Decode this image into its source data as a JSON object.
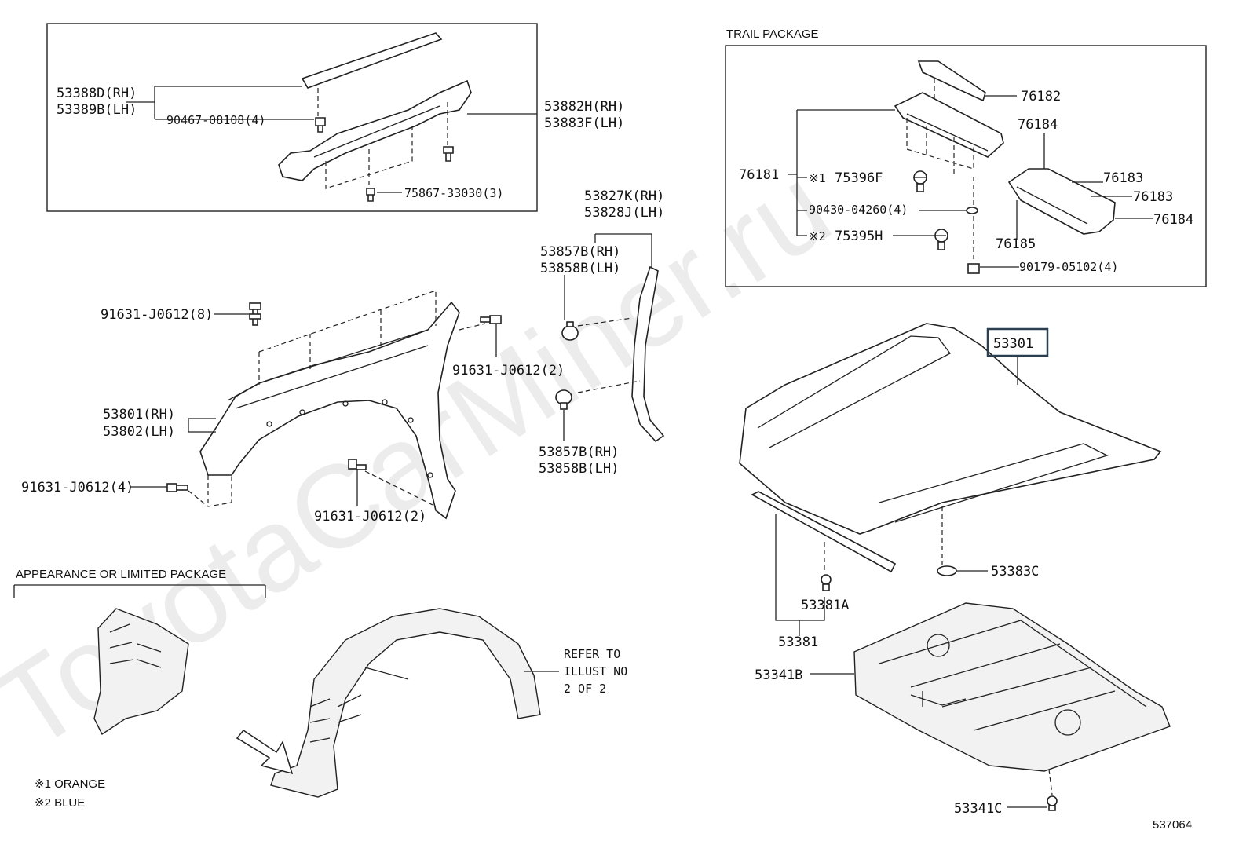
{
  "watermark": "ToyotaCarMiner.ru",
  "diagram_id": "537064",
  "sections": {
    "trail_package": "TRAIL PACKAGE",
    "appearance_package": "APPEARANCE OR LIMITED PACKAGE"
  },
  "legend": {
    "note1": "※1 ORANGE",
    "note2": "※2 BLUE"
  },
  "refer": {
    "line1": "REFER TO",
    "line2": "ILLUST NO",
    "line3": "2 OF 2"
  },
  "labels": {
    "p53388d": "53388D(RH)",
    "p53389b": "53389B(LH)",
    "p90467": "90467-08108(4)",
    "p53882h": "53882H(RH)",
    "p53883f": "53883F(LH)",
    "p75867": "75867-33030(3)",
    "p53827k": "53827K(RH)",
    "p53828j": "53828J(LH)",
    "p53857b_top": "53857B(RH)",
    "p53858b_top": "53858B(LH)",
    "p53857b_bot": "53857B(RH)",
    "p53858b_bot": "53858B(LH)",
    "p91631_8": "91631-J0612(8)",
    "p91631_2a": "91631-J0612(2)",
    "p91631_4": "91631-J0612(4)",
    "p91631_2b": "91631-J0612(2)",
    "p53801": "53801(RH)",
    "p53802": "53802(LH)",
    "p76182": "76182",
    "p76184a": "76184",
    "p76183a": "76183",
    "p76183b": "76183",
    "p76184b": "76184",
    "p76185": "76185",
    "p76181": "76181",
    "p75396f_mark": "※1",
    "p75396f": "75396F",
    "p90430": "90430-04260(4)",
    "p75395h_mark": "※2",
    "p75395h": "75395H",
    "p90179": "90179-05102(4)",
    "p53301": "53301",
    "p53383c": "53383C",
    "p53381a": "53381A",
    "p53381": "53381",
    "p53341b": "53341B",
    "p53341c": "53341C"
  },
  "colors": {
    "line": "#222222",
    "highlight_box": "#2a3f4f",
    "background": "#ffffff"
  }
}
